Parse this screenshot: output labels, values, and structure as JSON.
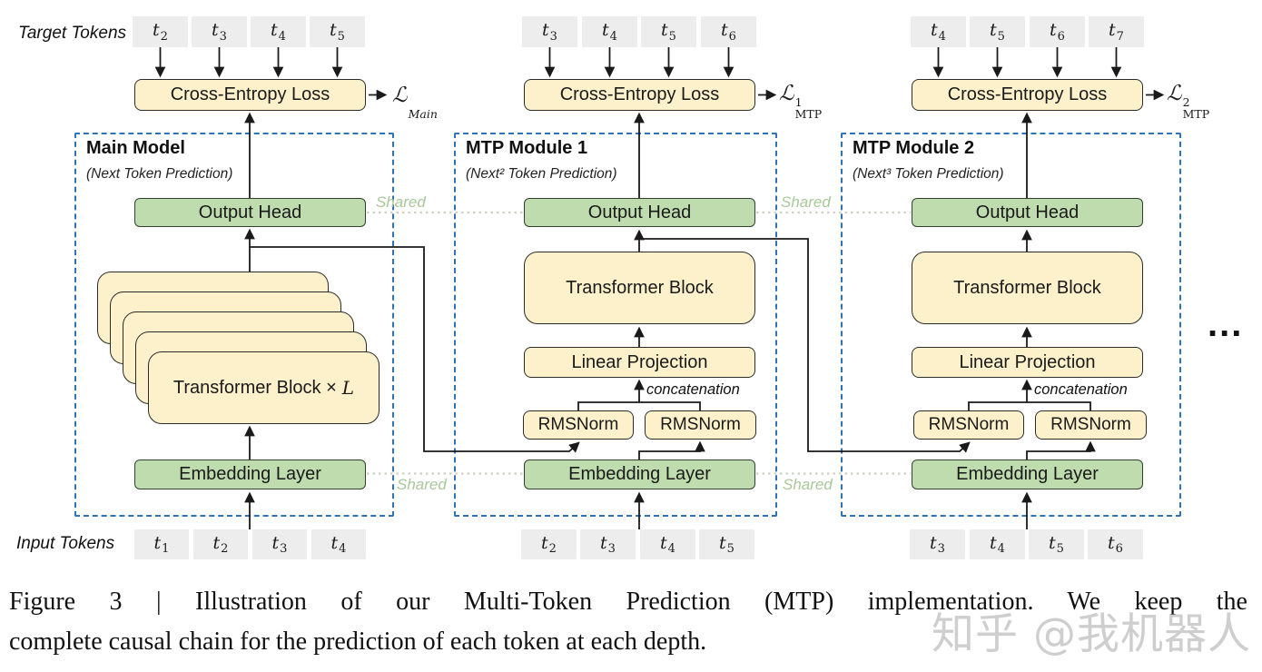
{
  "labels": {
    "target_tokens": "Target Tokens",
    "input_tokens": "Input Tokens",
    "shared": "Shared",
    "concatenation": "concatenation",
    "ellipsis": "..."
  },
  "boxes": {
    "cross_entropy": "Cross-Entropy Loss",
    "output_head": "Output Head",
    "transformer_block": "Transformer Block",
    "transformer_stack": {
      "text": "Transformer Block ×",
      "var": "L"
    },
    "linear_projection": "Linear Projection",
    "rmsnorm": "RMSNorm",
    "embedding_layer": "Embedding Layer"
  },
  "losses": {
    "main": {
      "symbol": "ℒ",
      "sup": "",
      "sub": "Main"
    },
    "mtp1": {
      "symbol": "ℒ",
      "sup": "1",
      "sub": "MTP"
    },
    "mtp2": {
      "symbol": "ℒ",
      "sup": "2",
      "sub": "MTP"
    }
  },
  "modules": [
    {
      "title": "Main Model",
      "subtitle": "(Next Token Prediction)",
      "target_tokens": [
        {
          "base": "t",
          "sub": "2"
        },
        {
          "base": "t",
          "sub": "3"
        },
        {
          "base": "t",
          "sub": "4"
        },
        {
          "base": "t",
          "sub": "5"
        }
      ],
      "input_tokens": [
        {
          "base": "t",
          "sub": "1"
        },
        {
          "base": "t",
          "sub": "2"
        },
        {
          "base": "t",
          "sub": "3"
        },
        {
          "base": "t",
          "sub": "4"
        }
      ]
    },
    {
      "title": "MTP Module 1",
      "subtitle": "(Next² Token Prediction)",
      "target_tokens": [
        {
          "base": "t",
          "sub": "3"
        },
        {
          "base": "t",
          "sub": "4"
        },
        {
          "base": "t",
          "sub": "5"
        },
        {
          "base": "t",
          "sub": "6"
        }
      ],
      "input_tokens": [
        {
          "base": "t",
          "sub": "2"
        },
        {
          "base": "t",
          "sub": "3"
        },
        {
          "base": "t",
          "sub": "4"
        },
        {
          "base": "t",
          "sub": "5"
        }
      ]
    },
    {
      "title": "MTP Module 2",
      "subtitle": "(Next³ Token Prediction)",
      "target_tokens": [
        {
          "base": "t",
          "sub": "4"
        },
        {
          "base": "t",
          "sub": "5"
        },
        {
          "base": "t",
          "sub": "6"
        },
        {
          "base": "t",
          "sub": "7"
        }
      ],
      "input_tokens": [
        {
          "base": "t",
          "sub": "3"
        },
        {
          "base": "t",
          "sub": "4"
        },
        {
          "base": "t",
          "sub": "5"
        },
        {
          "base": "t",
          "sub": "6"
        }
      ]
    }
  ],
  "caption": {
    "line1": "Figure 3 | Illustration of our Multi-Token Prediction (MTP) implementation. We keep the",
    "line2": "complete causal chain for the prediction of each token at each depth."
  },
  "watermark": "知乎 @我机器人",
  "colors": {
    "module_border_blue": "#2e74b5",
    "box_yellow": "#fcf1cb",
    "box_green": "#bedcae",
    "token_gray": "#ededed",
    "line_black": "#1a1a1a",
    "shared_green": "#a9c79a",
    "dotted_gray": "#ccd2c6",
    "watermark_gray": "#c5c5c5"
  }
}
